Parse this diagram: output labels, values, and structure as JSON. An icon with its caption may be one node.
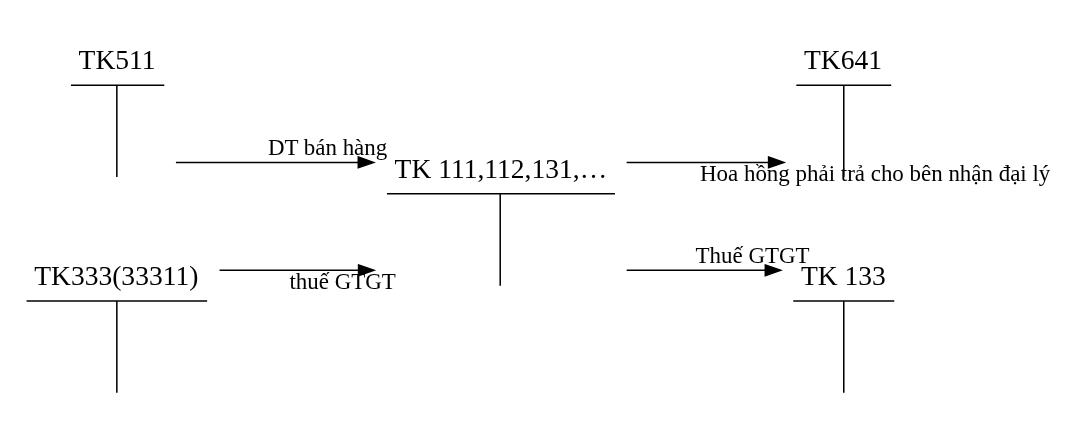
{
  "diagram": {
    "nodes": [
      {
        "text": [
          "TK511"
        ]
      },
      {
        "text": [
          "TK333(33311)"
        ]
      },
      {
        "text": [
          "TK 111,112,131,…"
        ]
      },
      {
        "text": [
          "TK641"
        ]
      },
      {
        "text": [
          "TK 133"
        ]
      }
    ],
    "edges": [
      {
        "from": 0,
        "to": 2,
        "arrow": "to",
        "label": "DT bán hàng"
      },
      {
        "from": 1,
        "to": 2,
        "arrow": "to",
        "label": "thuế GTGT"
      },
      {
        "from": 2,
        "to": 3,
        "arrow": "to",
        "label": "Hoa hồng phải trả cho bên nhận đại lý"
      },
      {
        "from": 2,
        "to": 4,
        "arrow": "to",
        "label": "Thuế GTGT"
      }
    ]
  }
}
